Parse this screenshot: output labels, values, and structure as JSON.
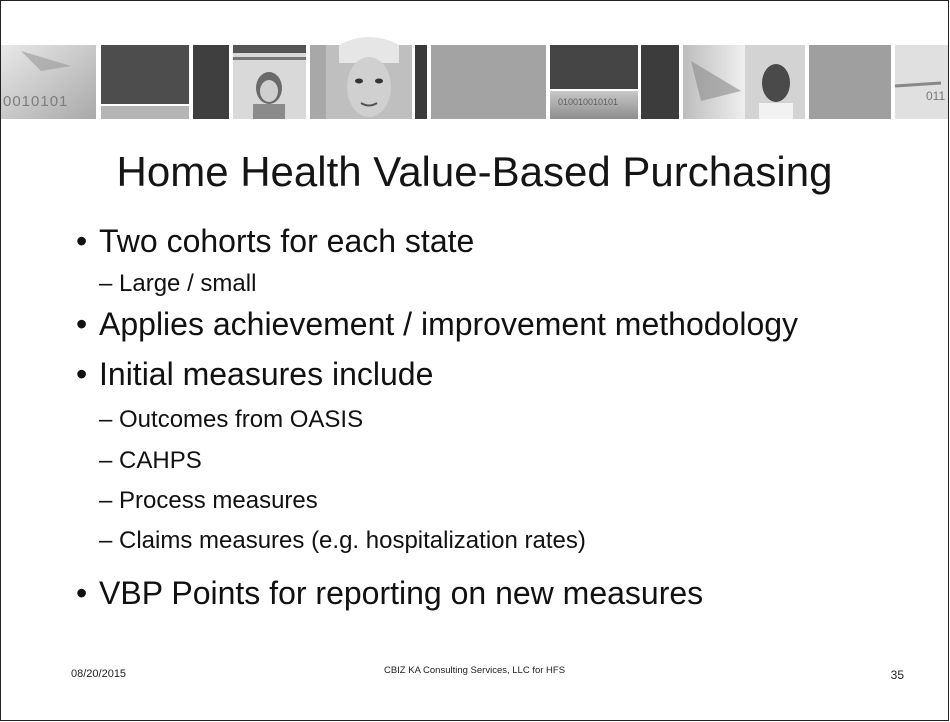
{
  "slide": {
    "title": "Home Health Value-Based Purchasing",
    "bullets": [
      {
        "text": "Two cohorts for each state",
        "sub": [
          "Large / small"
        ]
      },
      {
        "text": "Applies achievement / improvement methodology",
        "sub": []
      },
      {
        "text": "Initial measures include",
        "sub": [
          "Outcomes from OASIS",
          "CAHPS",
          "Process measures",
          "Claims measures (e.g. hospitalization rates)"
        ]
      },
      {
        "text": "VBP Points for reporting on new measures",
        "sub": []
      }
    ],
    "bullet_glyph": "•",
    "sub_prefix": "– "
  },
  "banner": {
    "left_text": "0010101",
    "mid_text": "010010010101",
    "right_text": "011"
  },
  "footer": {
    "date": "08/20/2015",
    "center": "CBIZ KA Consulting Services, LLC for HFS",
    "page_number": "35"
  }
}
